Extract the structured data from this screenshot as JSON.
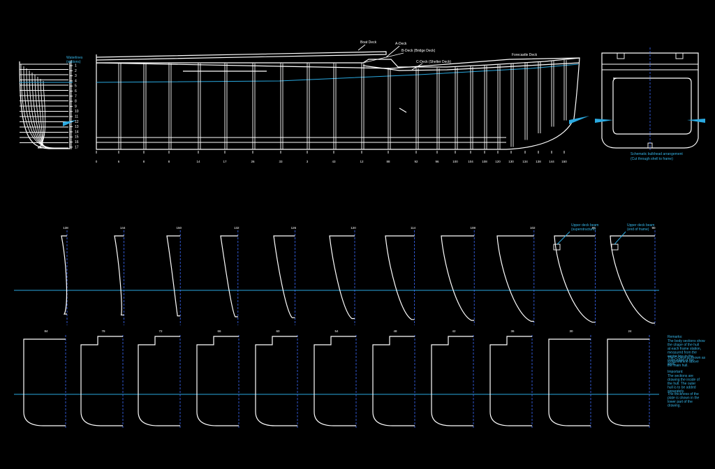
{
  "colors": {
    "background": "#000000",
    "hull": "#ffffff",
    "waterline": "#2aa9e0",
    "centerline": "#3b6cff"
  },
  "profile": {
    "deck_labels": {
      "boat_deck": "Boat Deck",
      "a_deck": "A-Deck",
      "b_deck": "B-Deck (Bridge Deck)",
      "c_deck": "C-Deck (Shelter Deck)",
      "forecastle": "Forecastle Deck"
    },
    "frame_numbers": [
      "0",
      "6",
      "8",
      "8",
      "14",
      "17",
      "26",
      "33",
      "3",
      "43",
      "12",
      "88",
      "92",
      "96",
      "100",
      "104",
      "108",
      "120",
      "130",
      "134",
      "138",
      "144",
      "150"
    ]
  },
  "body_plan": {
    "title": "Waterlines",
    "subtitle": "(stations)",
    "scale_numbers": [
      "1",
      "2",
      "3",
      "4",
      "5",
      "6",
      "7",
      "8",
      "9",
      "10",
      "11",
      "12",
      "13",
      "14",
      "15",
      "16",
      "17"
    ]
  },
  "midship_section": {
    "note_line1": "Schematic bulkhead arrangement",
    "note_line2": "(Cut through shell to frame)"
  },
  "section_row1": {
    "numbers": [
      "138",
      "144",
      "150",
      "132",
      "126",
      "120",
      "114",
      "108",
      "102",
      "96",
      "90"
    ],
    "callout_a_line1": "Upper deck beam",
    "callout_a_line2": "(superstructure)",
    "callout_b_line1": "Upper deck beam",
    "callout_b_line2": "(end of frame)"
  },
  "section_row2": {
    "numbers": [
      "84",
      "78",
      "72",
      "66",
      "60",
      "54",
      "48",
      "42",
      "36",
      "30",
      "24"
    ]
  },
  "notes": {
    "heading1": "Remarks:",
    "para1": "The body sections show the shape of the hull at each frame station, measured from the centre line to the outer edge of the shell.",
    "para2": "The C-Deck is shown as a dashed line above the main hull.",
    "heading2": "Important:",
    "para3": "The sections are drawing the inside of the hull. The outer hull is to be added separately.",
    "para4": "The thickness of the plate is shown in the lower part of the drawing."
  }
}
